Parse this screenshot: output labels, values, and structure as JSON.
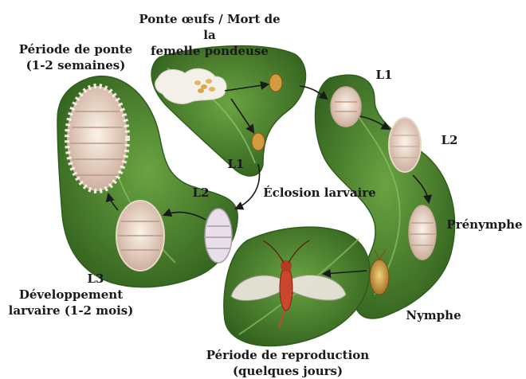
{
  "labels": {
    "egg_laying_line1": "Ponte œufs / Mort de la",
    "egg_laying_line2": "femelle pondeuse",
    "laying_period_line1": "Période de ponte",
    "laying_period_line2": "(1-2 semaines)",
    "l1_top_right": "L1",
    "l2_right": "L2",
    "prenymph": "Prénymphe",
    "nymph": "Nymphe",
    "reproduction_line1": "Période de reproduction",
    "reproduction_line2": "(quelques jours)",
    "l1_center": "L1",
    "hatching": "Éclosion larvaire",
    "l2_left": "L2",
    "l3": "L3",
    "development_line1": "Développement",
    "development_line2": "larvaire (1-2 mois)"
  },
  "colors": {
    "leaf": "#4f8a2e",
    "leaf_dark": "#2f5e1c",
    "leaf_vein": "#8cbf63",
    "larva": "#e8d8c8",
    "larva_edge": "#b89a86",
    "male_body": "#c9472c",
    "arrow": "#1a1a1a"
  }
}
